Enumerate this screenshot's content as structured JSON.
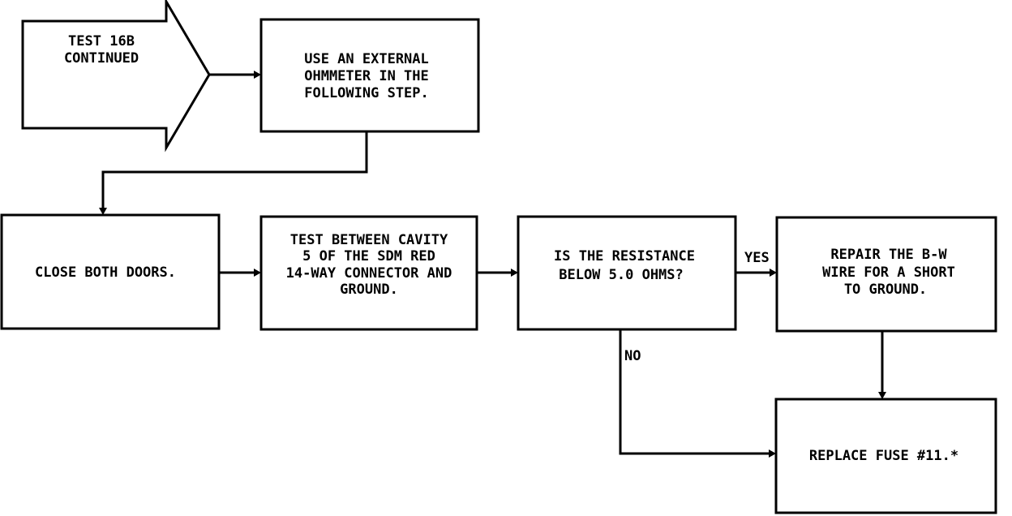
{
  "nodes": {
    "start": {
      "lines": [
        "TEST 16B",
        "CONTINUED"
      ]
    },
    "ohmmeter": {
      "lines": [
        "USE AN EXTERNAL",
        "OHMMETER IN THE",
        "FOLLOWING STEP."
      ]
    },
    "close_doors": {
      "lines": [
        "CLOSE BOTH DOORS."
      ]
    },
    "test_between": {
      "lines": [
        "TEST BETWEEN CAVITY",
        "5 OF THE SDM RED",
        "14-WAY CONNECTOR AND",
        "GROUND."
      ]
    },
    "decision": {
      "lines": [
        "IS THE RESISTANCE",
        "BELOW 5.0 OHMS?"
      ]
    },
    "repair": {
      "lines": [
        "REPAIR THE B-W",
        "WIRE FOR A SHORT",
        "TO GROUND."
      ]
    },
    "replace": {
      "lines": [
        "REPLACE FUSE #11.*"
      ]
    }
  },
  "edges": {
    "yes_label": "YES",
    "no_label": "NO"
  }
}
